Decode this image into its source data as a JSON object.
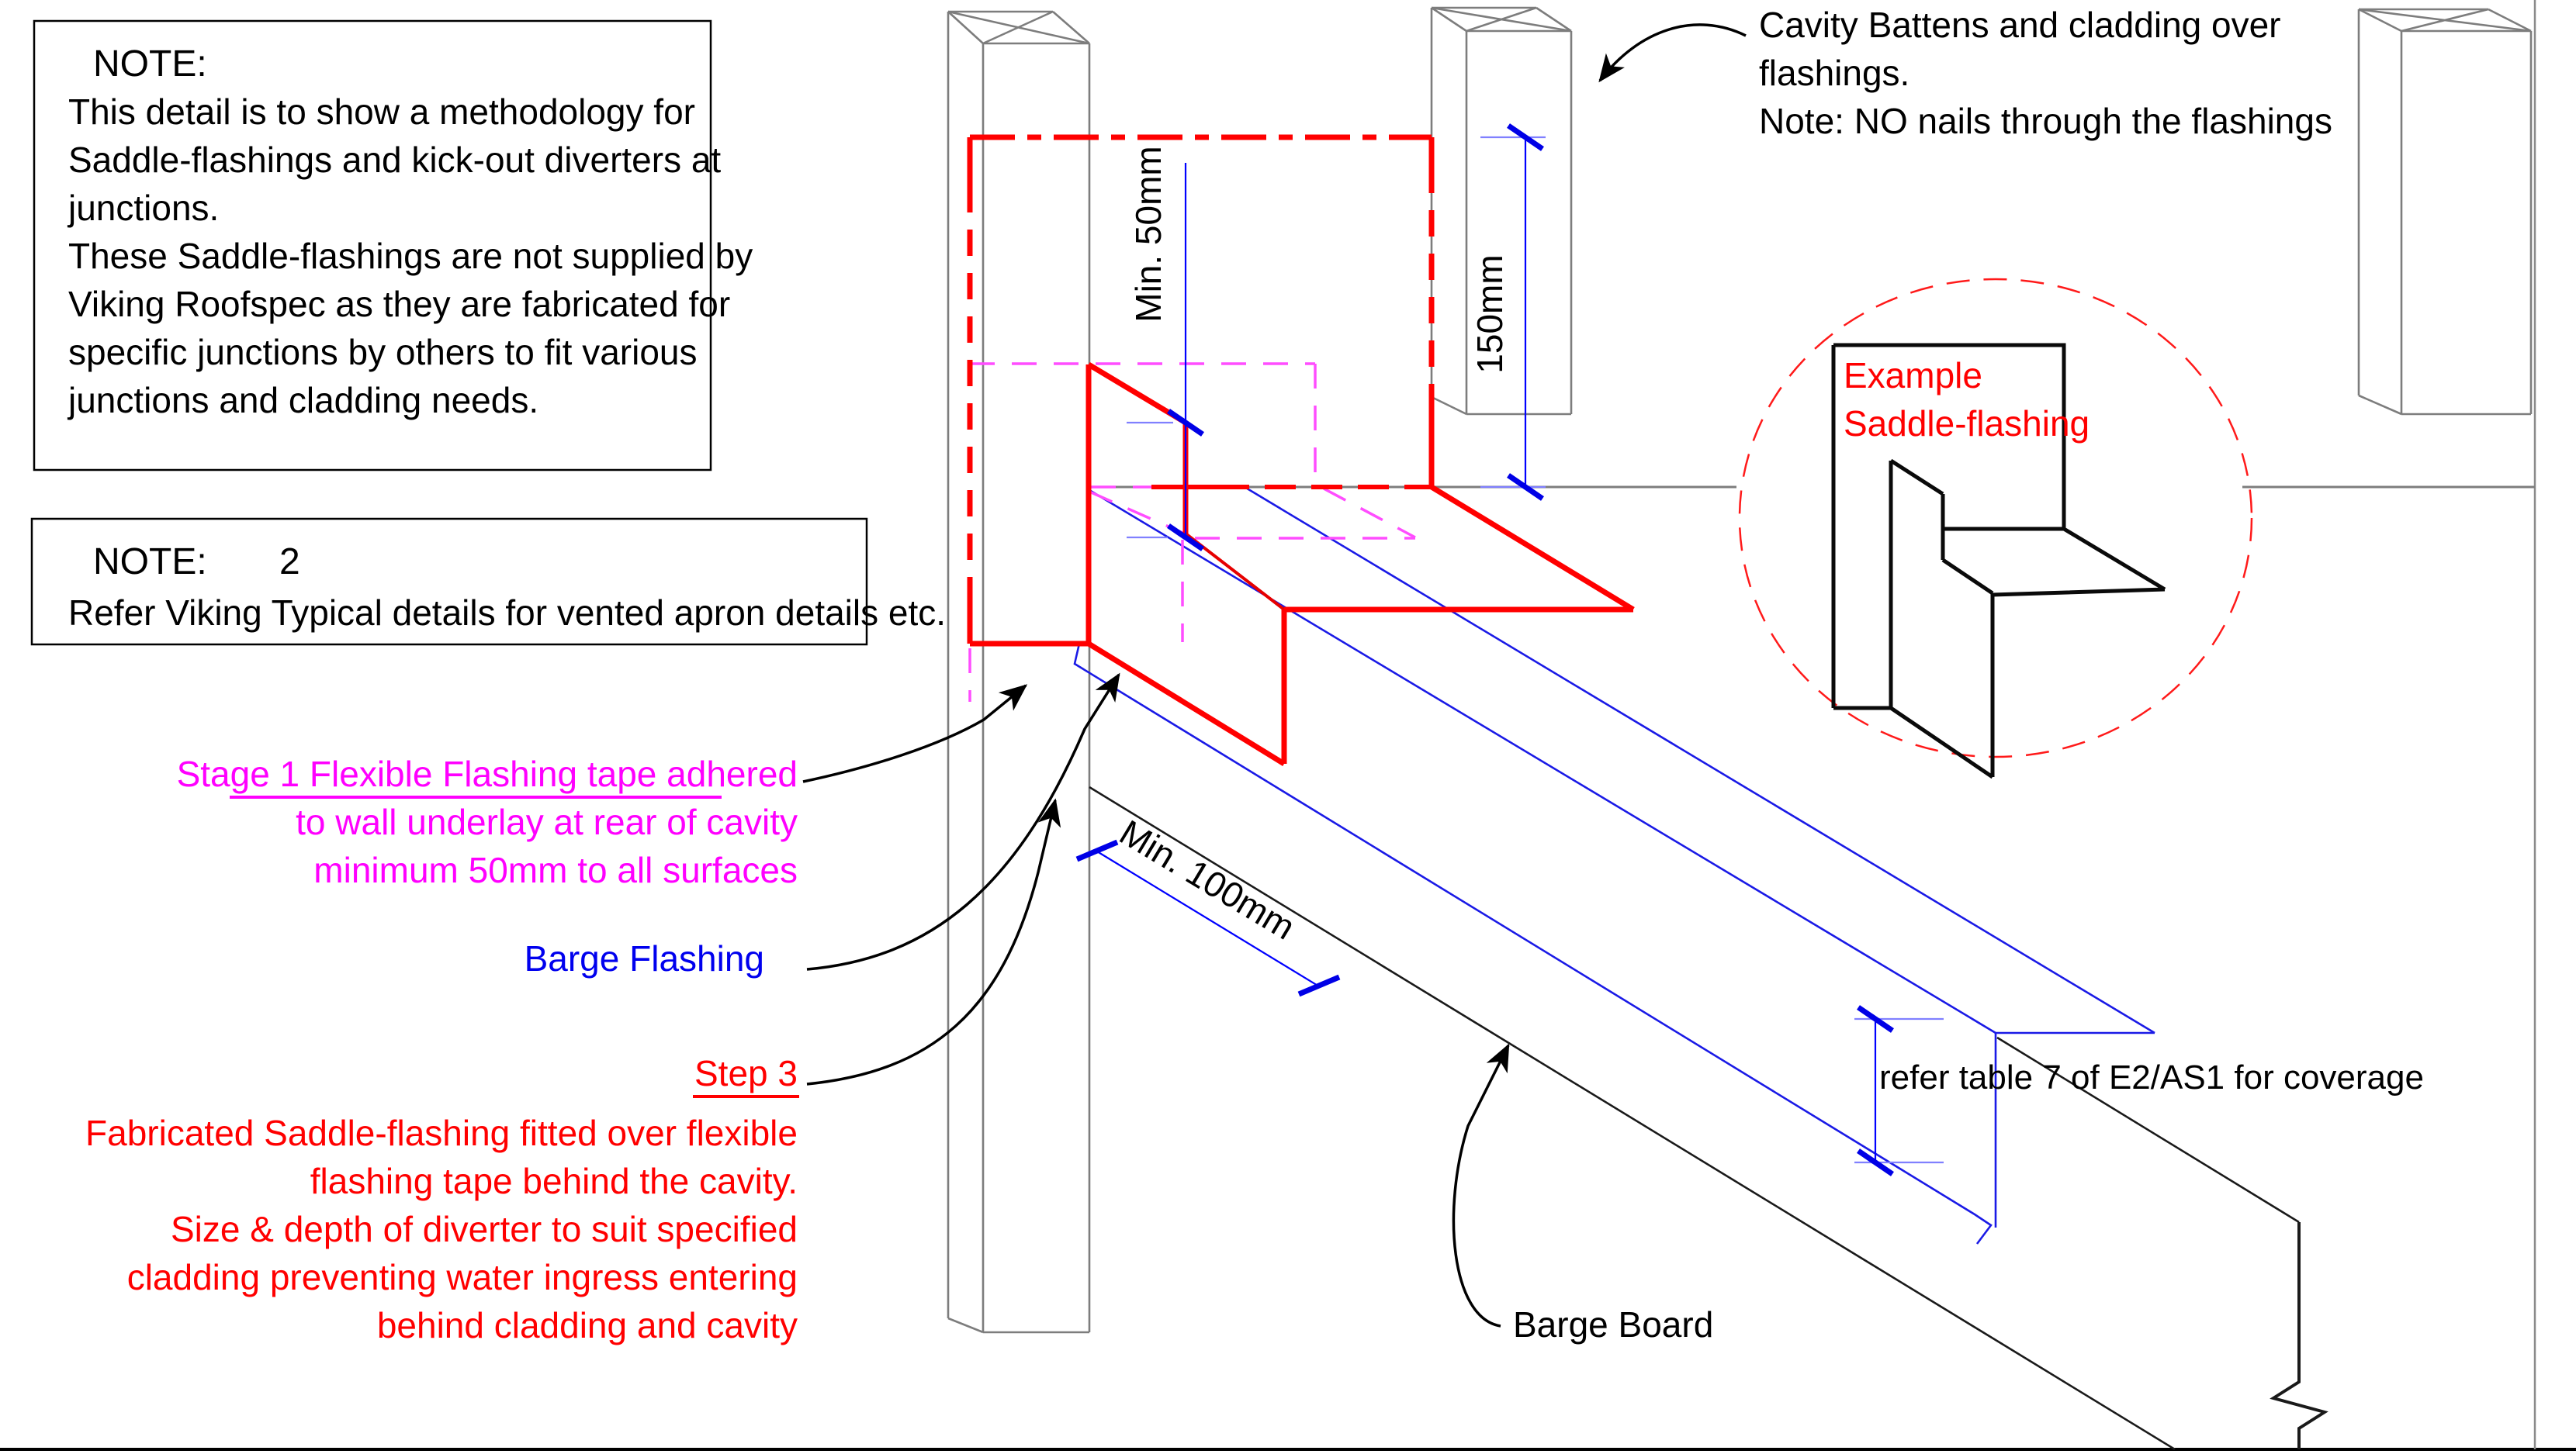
{
  "drawing_title": "Saddle-flashing and kick-out diverter junction detail",
  "colors": {
    "red": "#ff0000",
    "magenta_dash": "#ff4dff",
    "magenta_text": "#ff00ff",
    "blue_line": "#1a1ae6",
    "dim_blue": "#0000ff",
    "ext_blue": "#8080ff",
    "gray": "#7d7d7d",
    "black": "#000000"
  },
  "note1": {
    "lines": [
      "NOTE:",
      "This detail is to show a methodology for",
      "Saddle-flashings and kick-out diverters at",
      "junctions.",
      "These Saddle-flashings are not supplied by",
      "Viking Roofspec as they are fabricated for",
      "specific junctions by others to fit various",
      "junctions and cladding needs."
    ]
  },
  "note2": {
    "title": "NOTE:",
    "number": "2",
    "body": "Refer Viking Typical details for vented apron details etc."
  },
  "stage1": {
    "underlined": "Stage 1 Flexible Flashing tape",
    "rest": " adhered",
    "line2": "to wall underlay at rear of cavity",
    "line3": "minimum 50mm to all surfaces"
  },
  "barge_flashing_label": "Barge Flashing",
  "step3": {
    "title": "Step 3",
    "lines": [
      "Fabricated Saddle-flashing fitted over flexible",
      "flashing tape behind the cavity.",
      "Size & depth of diverter to suit  specified",
      "cladding preventing water ingress entering",
      "behind cladding and cavity"
    ]
  },
  "cavity_note": {
    "lines": [
      "Cavity Battens and cladding over",
      "flashings.",
      "Note: NO nails through the flashings"
    ]
  },
  "example_label": {
    "line1": "Example",
    "line2": "Saddle-flashing"
  },
  "barge_board_label": "Barge Board",
  "coverage_note": "refer table 7 of E2/AS1 for coverage",
  "dimensions": {
    "min50": "Min. 50mm",
    "d150": "150mm",
    "min100": "Min. 100mm"
  }
}
